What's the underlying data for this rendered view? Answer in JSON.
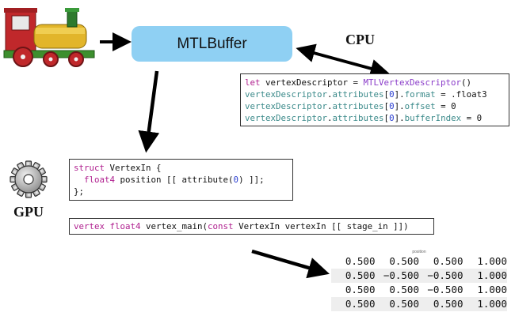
{
  "buffer": {
    "label": "MTLBuffer"
  },
  "labels": {
    "cpu": "CPU",
    "gpu": "GPU"
  },
  "cpu_code": [
    [
      {
        "t": "let ",
        "c": "kw"
      },
      {
        "t": "vertexDescriptor = "
      },
      {
        "t": "MTLVertexDescriptor",
        "c": "cls"
      },
      {
        "t": "()"
      }
    ],
    [
      {
        "t": "vertexDescriptor",
        "c": "prop"
      },
      {
        "t": "."
      },
      {
        "t": "attributes",
        "c": "prop"
      },
      {
        "t": "["
      },
      {
        "t": "0",
        "c": "num"
      },
      {
        "t": "]."
      },
      {
        "t": "format",
        "c": "prop"
      },
      {
        "t": " = .float3"
      }
    ],
    [
      {
        "t": "vertexDescriptor",
        "c": "prop"
      },
      {
        "t": "."
      },
      {
        "t": "attributes",
        "c": "prop"
      },
      {
        "t": "["
      },
      {
        "t": "0",
        "c": "num"
      },
      {
        "t": "]."
      },
      {
        "t": "offset",
        "c": "prop"
      },
      {
        "t": " = 0"
      }
    ],
    [
      {
        "t": "vertexDescriptor",
        "c": "prop"
      },
      {
        "t": "."
      },
      {
        "t": "attributes",
        "c": "prop"
      },
      {
        "t": "["
      },
      {
        "t": "0",
        "c": "num"
      },
      {
        "t": "]."
      },
      {
        "t": "bufferIndex",
        "c": "prop"
      },
      {
        "t": " = 0"
      }
    ]
  ],
  "struct_code": [
    [
      {
        "t": "struct ",
        "c": "kw"
      },
      {
        "t": "VertexIn {"
      }
    ],
    [
      {
        "t": "  "
      },
      {
        "t": "float4",
        "c": "kw"
      },
      {
        "t": " position [[ attribute("
      },
      {
        "t": "0",
        "c": "num"
      },
      {
        "t": ") ]];"
      }
    ],
    [
      {
        "t": "};"
      }
    ]
  ],
  "vertex_code": [
    [
      {
        "t": "vertex ",
        "c": "kw"
      },
      {
        "t": "float4",
        "c": "kw"
      },
      {
        "t": " vertex_main("
      },
      {
        "t": "const",
        "c": "kw"
      },
      {
        "t": " VertexIn vertexIn [[ stage_in ]])"
      }
    ]
  ],
  "table": {
    "header": "position",
    "rows": [
      [
        "0.500",
        "0.500",
        "0.500",
        "1.000"
      ],
      [
        "0.500",
        "−0.500",
        "−0.500",
        "1.000"
      ],
      [
        "0.500",
        "0.500",
        "−0.500",
        "1.000"
      ],
      [
        "0.500",
        "0.500",
        "0.500",
        "1.000"
      ]
    ]
  },
  "colors": {
    "buffer_fill": "#8fd0f3",
    "keyword": "#b0208f",
    "type": "#8a3cc9",
    "property": "#3b8a8a",
    "number": "#2b3fd0"
  },
  "icons": [
    "train-icon",
    "gear-icon"
  ]
}
